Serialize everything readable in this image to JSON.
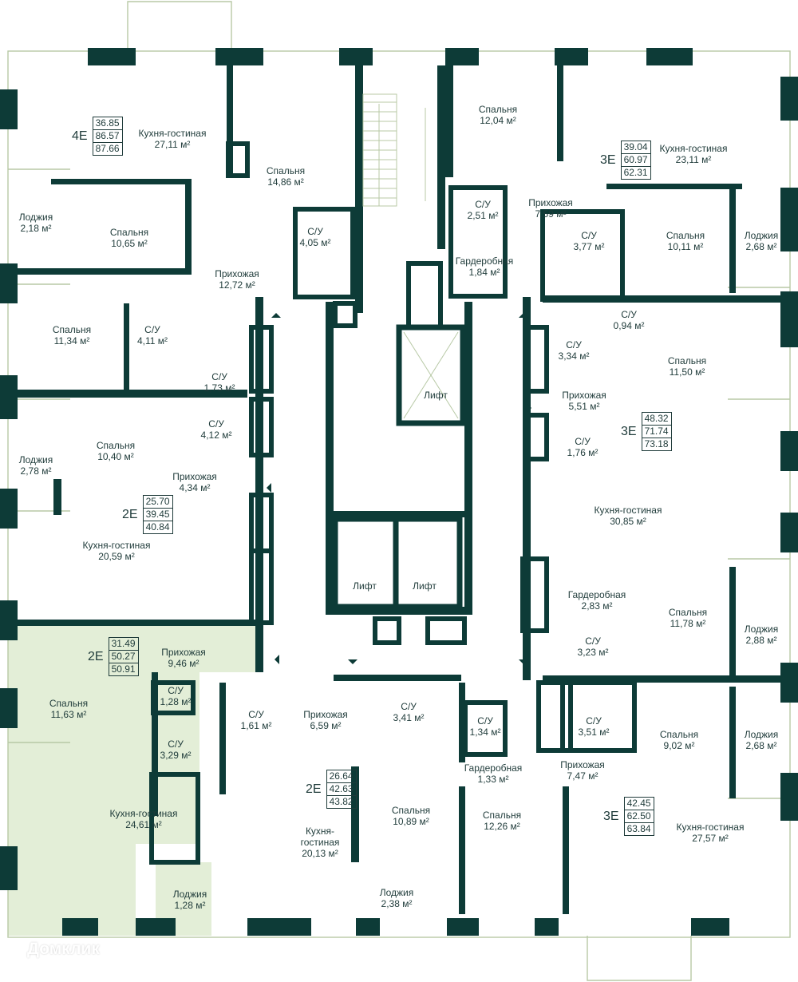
{
  "colors": {
    "wall": "#0d3b37",
    "line": "#b8c9a6",
    "highlight": "#e3eed7",
    "text": "#1f3b3a"
  },
  "apartments": [
    {
      "code": "4Е",
      "areas": [
        "36.85",
        "86.57",
        "87.66"
      ]
    },
    {
      "code": "3Е",
      "areas": [
        "39.04",
        "60.97",
        "62.31"
      ]
    },
    {
      "code": "3Е",
      "areas": [
        "48.32",
        "71.74",
        "73.18"
      ]
    },
    {
      "code": "2Е",
      "areas": [
        "25.70",
        "39.45",
        "40.84"
      ]
    },
    {
      "code": "2Е",
      "areas": [
        "31.49",
        "50.27",
        "50.91"
      ],
      "highlighted": true
    },
    {
      "code": "2Е",
      "areas": [
        "26.64",
        "42.63",
        "43.82"
      ]
    },
    {
      "code": "3Е",
      "areas": [
        "42.45",
        "62.50",
        "63.84"
      ]
    }
  ],
  "rooms": [
    {
      "name": "Кухня-гостиная",
      "area": "27,11 м²"
    },
    {
      "name": "Спальня",
      "area": "14,86 м²"
    },
    {
      "name": "Лоджия",
      "area": "2,18 м²"
    },
    {
      "name": "Спальня",
      "area": "10,65 м²"
    },
    {
      "name": "С/У",
      "area": "4,05 м²"
    },
    {
      "name": "Прихожая",
      "area": "12,72 м²"
    },
    {
      "name": "Спальня",
      "area": "11,34 м²"
    },
    {
      "name": "С/У",
      "area": "4,11 м²"
    },
    {
      "name": "С/У",
      "area": "1,73 м²"
    },
    {
      "name": "Лоджия",
      "area": "2,78 м²"
    },
    {
      "name": "Спальня",
      "area": "10,40 м²"
    },
    {
      "name": "С/У",
      "area": "4,12 м²"
    },
    {
      "name": "Прихожая",
      "area": "4,34 м²"
    },
    {
      "name": "Кухня-гостиная",
      "area": "20,59 м²"
    },
    {
      "name": "Прихожая",
      "area": "9,46 м²"
    },
    {
      "name": "Спальня",
      "area": "11,63 м²"
    },
    {
      "name": "С/У",
      "area": "1,28 м²"
    },
    {
      "name": "С/У",
      "area": "3,29 м²"
    },
    {
      "name": "Кухня-гостиная",
      "area": "24,61 м²"
    },
    {
      "name": "Лоджия",
      "area": "1,28 м²"
    },
    {
      "name": "С/У",
      "area": "1,61 м²"
    },
    {
      "name": "Прихожая",
      "area": "6,59 м²"
    },
    {
      "name": "С/У",
      "area": "3,41 м²"
    },
    {
      "name": "Кухня-гостиная",
      "area": "20,13 м²"
    },
    {
      "name": "Спальня",
      "area": "10,89 м²"
    },
    {
      "name": "Лоджия",
      "area": "2,38 м²"
    },
    {
      "name": "Спальня",
      "area": "12,04 м²"
    },
    {
      "name": "С/У",
      "area": "2,51 м²"
    },
    {
      "name": "Гардеробная",
      "area": "1,84 м²"
    },
    {
      "name": "Прихожая",
      "area": "7,59 м²"
    },
    {
      "name": "Кухня-гостиная",
      "area": "23,11 м²"
    },
    {
      "name": "С/У",
      "area": "3,77 м²"
    },
    {
      "name": "Спальня",
      "area": "10,11 м²"
    },
    {
      "name": "Лоджия",
      "area": "2,68 м²"
    },
    {
      "name": "С/У",
      "area": "0,94 м²"
    },
    {
      "name": "С/У",
      "area": "3,34 м²"
    },
    {
      "name": "Спальня",
      "area": "11,50 м²"
    },
    {
      "name": "Прихожая",
      "area": "5,51 м²"
    },
    {
      "name": "С/У",
      "area": "1,76 м²"
    },
    {
      "name": "Кухня-гостиная",
      "area": "30,85 м²"
    },
    {
      "name": "Гардеробная",
      "area": "2,83 м²"
    },
    {
      "name": "Спальня",
      "area": "11,78 м²"
    },
    {
      "name": "Лоджия",
      "area": "2,88 м²"
    },
    {
      "name": "С/У",
      "area": "3,23 м²"
    },
    {
      "name": "С/У",
      "area": "1,34 м²"
    },
    {
      "name": "С/У",
      "area": "3,51 м²"
    },
    {
      "name": "Спальня",
      "area": "9,02 м²"
    },
    {
      "name": "Лоджия",
      "area": "2,68 м²"
    },
    {
      "name": "Гардеробная",
      "area": "1,33 м²"
    },
    {
      "name": "Прихожая",
      "area": "7,47 м²"
    },
    {
      "name": "Спальня",
      "area": "12,26 м²"
    },
    {
      "name": "Кухня-гостиная",
      "area": "27,57 м²"
    }
  ],
  "lifts": [
    "Лифт",
    "Лифт",
    "Лифт"
  ],
  "watermark": "Домклик"
}
